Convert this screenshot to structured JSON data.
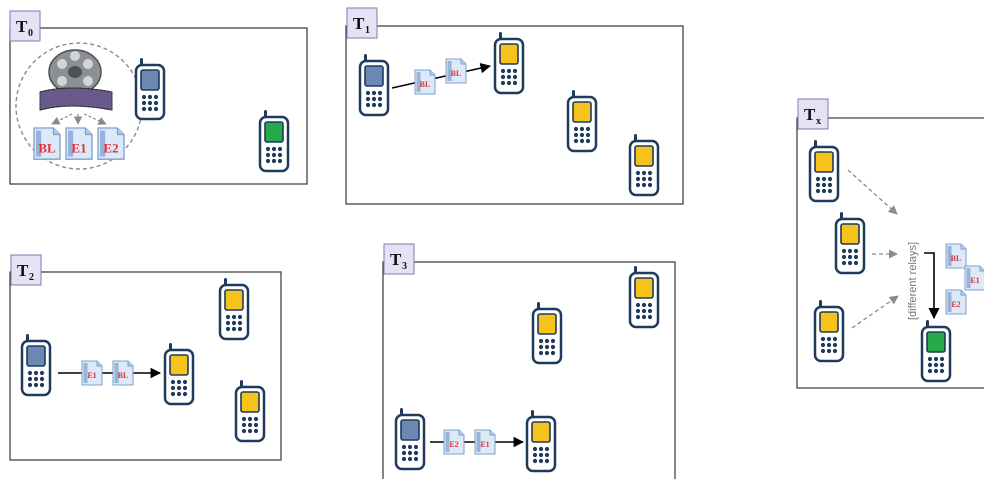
{
  "panels": {
    "t0": {
      "main": "T",
      "sub": "0"
    },
    "t1": {
      "main": "T",
      "sub": "1"
    },
    "t2": {
      "main": "T",
      "sub": "2"
    },
    "t3": {
      "main": "T",
      "sub": "3"
    },
    "tx": {
      "main": "T",
      "sub": "x"
    }
  },
  "files": {
    "bl": "BL",
    "e1": "E1",
    "e2": "E2"
  },
  "relay_label": "[different relays]",
  "colors": {
    "source_phone": "#6b88b5",
    "relay_phone": "#f6c21c",
    "destination_phone": "#27a84a",
    "phone_body": "#1f3a5c",
    "panel_border": "#444444",
    "label_box_fill": "#e4e2f4",
    "label_box_border": "#7f7bb0",
    "arrow_solid": "#000000",
    "arrow_dashed": "#8a8a8a",
    "file_text": "#e0323a"
  }
}
